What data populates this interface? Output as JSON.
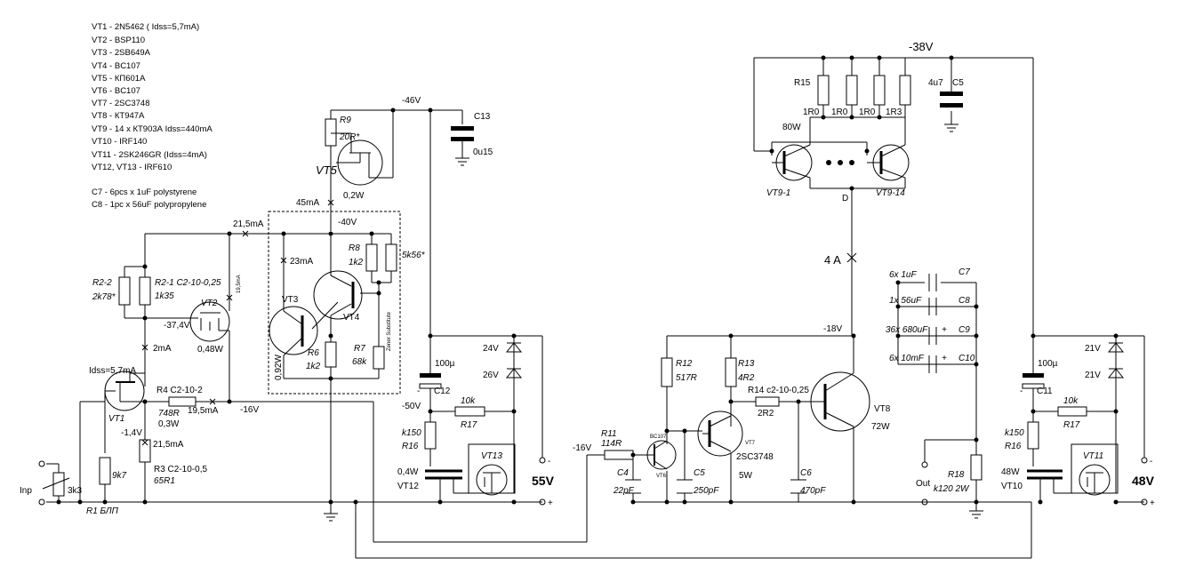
{
  "parts_list": [
    "VT1 - 2N5462 ( Idss=5,7mA)",
    "VT2 - BSP110",
    "VT3 -  2SB649A",
    "VT4 -  BC107",
    "VT5  -  КП601А",
    "VT6  -  BC107",
    "VT7 - 2SC3748",
    "VT8  -  КТ947А",
    "VT9  -   14 x КТ903А Idss=440mA",
    "VT10 -   IRF140",
    "VT11 -   2SK246GR (Idss=4mA)",
    "VT12, VT13 -   IRF610",
    "",
    "C7  -  6pcs x 1uF polystyrene",
    "C8  -  1pc x 56uF polypropylene"
  ],
  "labels": {
    "v_m46": "-46V",
    "c13": "C13",
    "c13_val": "0u15",
    "r9": "R9",
    "r9_val": "20R*",
    "vt5": "VT5",
    "vt5_p": "0,2W",
    "i45": "45mA",
    "v_m40": "-40V",
    "i215": "21,5mA",
    "i23": "23mA",
    "r8": "R8",
    "r8_val": "1k2",
    "r_5k56": "5k56*",
    "zener": "Zener Substitute",
    "r2_2": "R2-2",
    "r2_2_val": "2k78*",
    "r2_1": "R2-1 C2-10-0,25",
    "r2_1_val": "1k35",
    "vt2": "VT2",
    "i195v": "19,5mA",
    "v374": "-37,4V",
    "vt2_p": "0,48W",
    "i2": "2mA",
    "vt3": "VT3",
    "vt4": "VT4",
    "vt3_p": "0,92W",
    "r6": "R6",
    "r6_val": "1k2",
    "r7": "R7",
    "r7_val": "68k",
    "idss": "Idss=5,7mA",
    "r4": "R4 C2-10-2",
    "r4_val": "748R",
    "r4_p": "0,3W",
    "i195": "19,5mA",
    "v_m16": "-16V",
    "vt1": "VT1",
    "v_m14": "-1,4V",
    "i215b": "21,5mA",
    "r3": "R3 C2-10-0,5",
    "r3_val": "65R1",
    "r_9k7": "9k7",
    "r_3k3": "3k3",
    "inp": "Inp",
    "r1": "R1 БЛП",
    "c12_val": "100µ",
    "c12": "C12",
    "v_m50": "-50V",
    "r17a_val": "10k",
    "r17a": "R17",
    "d24": "24V",
    "d26": "26V",
    "r16a_val": "k150",
    "r16a": "R16",
    "vt12_p": "0,4W",
    "vt12": "VT12",
    "vt13": "VT13",
    "v55": "55V",
    "minus": "-",
    "plus": "+",
    "v_m38": "-38V",
    "r15": "R15",
    "r15_v1": "1R0",
    "r15_v2": "1R0",
    "r15_v3": "1R0",
    "r15_v4": "1R3",
    "c5_val": "4u7",
    "c5": "C5",
    "p80": "80W",
    "vt9_1": "VT9-1",
    "vt9_14": "VT9-14",
    "d_label": "D",
    "a4": "4 A",
    "c7_n": "6x 1uF",
    "c7": "C7",
    "c8_n": "1x 56uF",
    "c8": "C8",
    "c9_n": "36x 680uF",
    "c9": "C9",
    "c10_n": "6x 10mF",
    "c10": "C10",
    "v_m18": "-18V",
    "r12": "R12",
    "r12_val": "517R",
    "r13": "R13",
    "r13_val": "4R2",
    "r14": "R14 c2-10-0,25",
    "r14_val": "2R2",
    "vt8": "VT8",
    "vt8_p": "72W",
    "v_m16b": "-16V",
    "r11": "R11",
    "r11_val": "114R",
    "bc107": "BC107",
    "vt6": "VT6",
    "vt7": "VT7",
    "vt7_t": "2SC3748",
    "vt7_p": "5W",
    "c4": "C4",
    "c4_val": "22pF",
    "c5b": "C5",
    "c5b_val": "250pF",
    "c6": "C6",
    "c6_val": "470pF",
    "out": "Out",
    "r18": "R18",
    "r18_val": "k120 2W",
    "c11_val": "100µ",
    "c11": "C11",
    "r17b_val": "10k",
    "r17b": "R17",
    "d21a": "21V",
    "d21b": "21V",
    "r16b_val": "k150",
    "r16b": "R16",
    "vt10_p": "48W",
    "vt10": "VT10",
    "vt11": "VT11",
    "v48": "48V"
  }
}
